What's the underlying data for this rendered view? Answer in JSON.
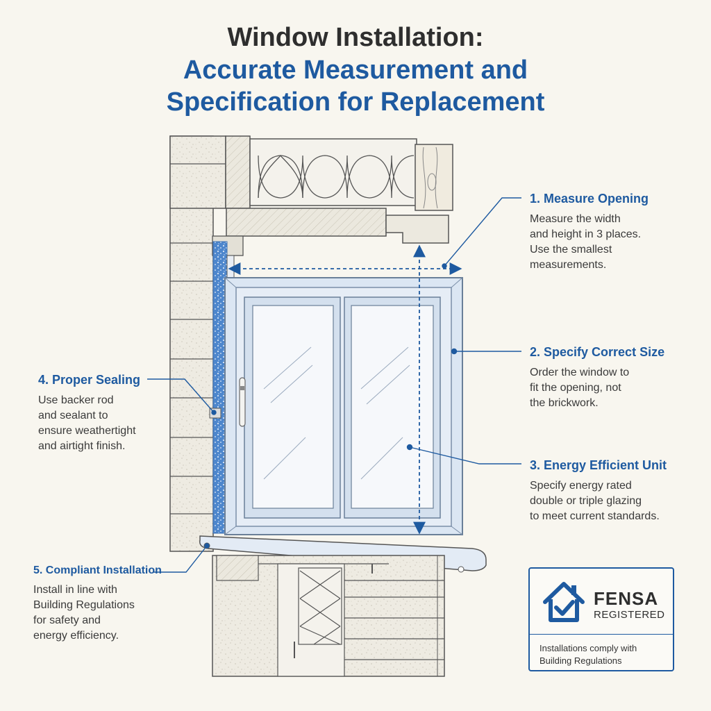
{
  "title": {
    "line1": "Window Installation:",
    "line2": "Accurate Measurement and",
    "line3": "Specification for Replacement"
  },
  "callouts": [
    {
      "heading": "1. Measure Opening",
      "lines": [
        "Measure the width",
        "and height in 3 places.",
        "Use the smallest",
        "measurements."
      ]
    },
    {
      "heading": "2. Specify Correct Size",
      "lines": [
        "Order the window to",
        "fit the opening, not",
        "the brickwork."
      ]
    },
    {
      "heading": "3. Energy Efficient Unit",
      "lines": [
        "Specify energy rated",
        "double or triple glazing",
        "to meet current standards."
      ]
    },
    {
      "heading": "4. Proper Sealing",
      "lines": [
        "Use backer rod",
        "and sealant to",
        "ensure weathertight",
        "and airtight finish."
      ]
    },
    {
      "heading": "5. Compliant Installation",
      "lines": [
        "Install in line with",
        "Building Regulations",
        "for safety and",
        "energy efficiency."
      ]
    }
  ],
  "badge": {
    "name": "FENSA",
    "status": "REGISTERED",
    "note_lines": [
      "Installations comply with",
      "Building Regulations"
    ],
    "icon": "house-check-icon"
  },
  "colors": {
    "accent": "#1e5aa0",
    "frame": "#dbe6f3",
    "glass": "#f4f7fa",
    "masonry": "#eeebe2",
    "seal": "#5a8fd0"
  }
}
